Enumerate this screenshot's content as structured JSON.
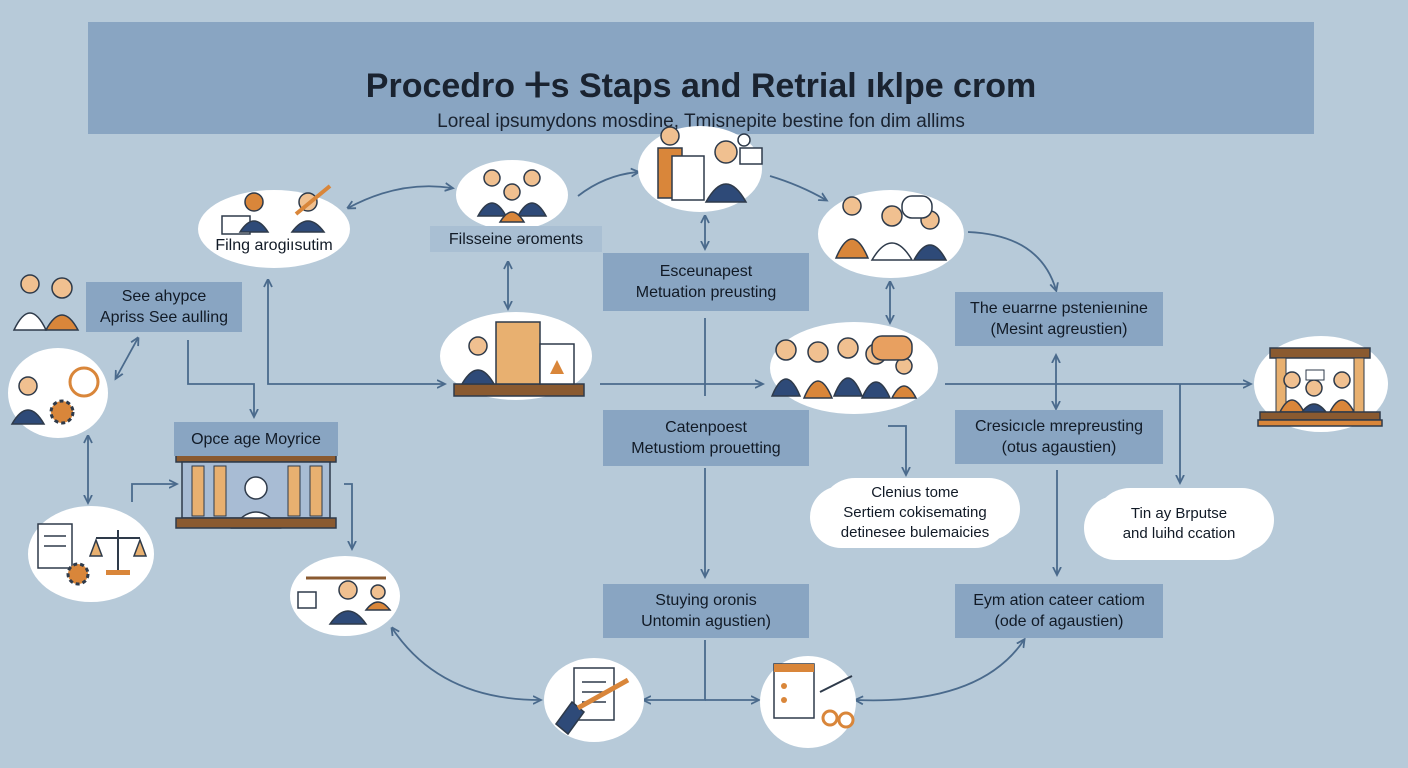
{
  "header": {
    "title": "Procedro ⵜs Staps and Retrial ıklpe crom",
    "subtitle": "Loreal ipsumydons mosdine, Tmisnepite bestine fon dim allims"
  },
  "labels": {
    "filing": "Filng arogiısutim",
    "filsseine": "Filsseine əroments",
    "see_ahypce": [
      "See ahypce",
      "Apriss See aulling"
    ],
    "esceunapest": [
      "Esceunapest",
      "Metuation preusting"
    ],
    "euarrne": [
      "The euarrne pstenieınine",
      "(Mesint agreustien)"
    ],
    "opce_age": "Opce age Moyrice",
    "catenpoest": [
      "Catenpoest",
      "Metustiom prouetting"
    ],
    "cresicle": [
      "Cresicıcle mrepreusting",
      "(otus agaustien)"
    ],
    "clenius": [
      "Clenius tome",
      "Sertiem cokisemating",
      "detinesee bulemaicies"
    ],
    "tin_ay": [
      "Tin ay Brputse",
      "and luihd ccation"
    ],
    "stuying": [
      "Stuying oronis",
      "Untomin agustien)"
    ],
    "eymation": [
      "Eym ation cateer catiom",
      "(ode of agaustien)"
    ]
  },
  "icons": [
    "writer-icon",
    "wrench-icon",
    "group-icon",
    "presenter-icon",
    "camera-icon",
    "discussion-icon",
    "speech-bubble-icon",
    "courtroom-icon",
    "people-pair-icon",
    "gear-icon",
    "balance-scale-icon",
    "document-icon",
    "gavel-icon",
    "court-building-icon",
    "judge-icon",
    "crowd-icon",
    "jury-icon"
  ],
  "colors": {
    "background": "#b7cad9",
    "banner": "#89a5c2",
    "arrow": "#4a6a8c",
    "accent": "#d9863a",
    "navy": "#2e4a78"
  }
}
